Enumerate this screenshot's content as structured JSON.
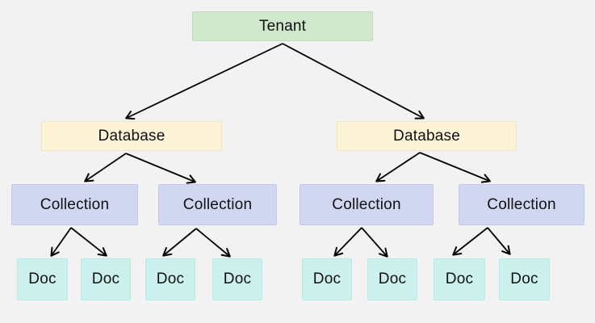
{
  "diagram": {
    "type": "tree-hierarchy",
    "nodes": {
      "tenant": {
        "label": "Tenant"
      },
      "databases": [
        {
          "label": "Database"
        },
        {
          "label": "Database"
        }
      ],
      "collections": [
        {
          "label": "Collection"
        },
        {
          "label": "Collection"
        },
        {
          "label": "Collection"
        },
        {
          "label": "Collection"
        }
      ],
      "docs": [
        {
          "label": "Doc"
        },
        {
          "label": "Doc"
        },
        {
          "label": "Doc"
        },
        {
          "label": "Doc"
        },
        {
          "label": "Doc"
        },
        {
          "label": "Doc"
        },
        {
          "label": "Doc"
        },
        {
          "label": "Doc"
        }
      ]
    },
    "edges": [
      {
        "from": "tenant",
        "to": "database-0"
      },
      {
        "from": "tenant",
        "to": "database-1"
      },
      {
        "from": "database-0",
        "to": "collection-0"
      },
      {
        "from": "database-0",
        "to": "collection-1"
      },
      {
        "from": "database-1",
        "to": "collection-2"
      },
      {
        "from": "database-1",
        "to": "collection-3"
      },
      {
        "from": "collection-0",
        "to": "doc-0"
      },
      {
        "from": "collection-0",
        "to": "doc-1"
      },
      {
        "from": "collection-1",
        "to": "doc-2"
      },
      {
        "from": "collection-1",
        "to": "doc-3"
      },
      {
        "from": "collection-2",
        "to": "doc-4"
      },
      {
        "from": "collection-2",
        "to": "doc-5"
      },
      {
        "from": "collection-3",
        "to": "doc-6"
      },
      {
        "from": "collection-3",
        "to": "doc-7"
      }
    ],
    "colors": {
      "background": "#f2f2f2",
      "tenant-fill": "#d0e7cb",
      "database-fill": "#fdf3d7",
      "collection-fill": "#d2d7f1",
      "doc-fill": "#ccf1ed",
      "edge": "#000000",
      "text": "#111111"
    }
  }
}
